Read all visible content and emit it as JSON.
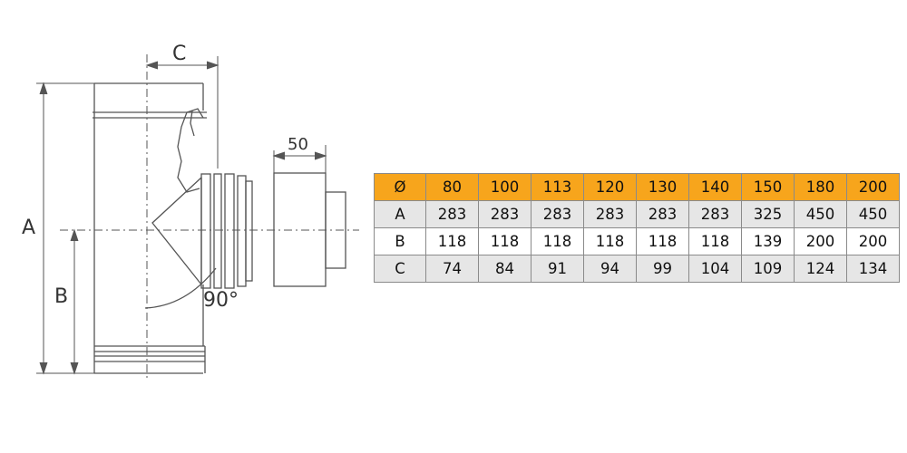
{
  "diagram": {
    "labels": {
      "a": "A",
      "b": "B",
      "c": "C",
      "cap_width": "50",
      "angle": "90°"
    },
    "colors": {
      "line": "#555555",
      "header": "#f7a51c",
      "row_alt": "#e6e6e6"
    }
  },
  "table": {
    "header": [
      "Ø",
      "80",
      "100",
      "113",
      "120",
      "130",
      "140",
      "150",
      "180",
      "200"
    ],
    "rows": [
      [
        "A",
        "283",
        "283",
        "283",
        "283",
        "283",
        "283",
        "325",
        "450",
        "450"
      ],
      [
        "B",
        "118",
        "118",
        "118",
        "118",
        "118",
        "118",
        "139",
        "200",
        "200"
      ],
      [
        "C",
        "74",
        "84",
        "91",
        "94",
        "99",
        "104",
        "109",
        "124",
        "134"
      ]
    ]
  }
}
